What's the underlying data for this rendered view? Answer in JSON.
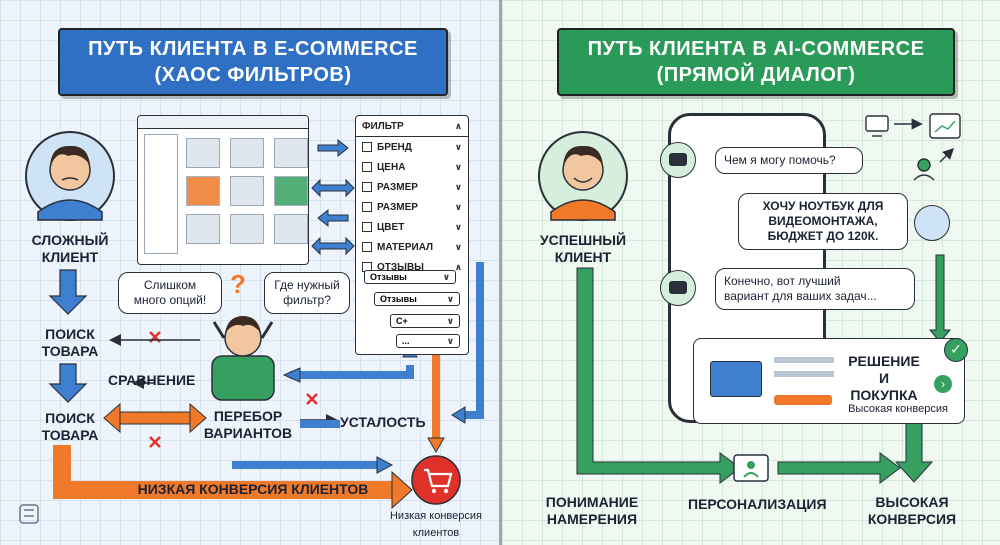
{
  "colors": {
    "accent_blue": "#2f6fc4",
    "accent_green": "#2a9a59",
    "accent_orange": "#f07a2a",
    "alert_red": "#e0302a"
  },
  "left": {
    "title_line1": "ПУТЬ КЛИЕНТА В E-COMMERCE",
    "title_line2": "(ХАОС ФИЛЬТРОВ)",
    "avatar_label_line1": "СЛОЖНЫЙ",
    "avatar_label_line2": "КЛИЕНТ",
    "search1_line1": "ПОИСК",
    "search1_line2": "ТОВАРА",
    "compare": "СРАВНЕНИЕ",
    "search2_line1": "ПОИСК",
    "search2_line2": "ТОВАРА",
    "bubble1_line1": "Слишком",
    "bubble1_line2": "много опций!",
    "bubble2_line1": "Где нужный",
    "bubble2_line2": "фильтр?",
    "question_mark": "?",
    "enum_line1": "ПЕРЕБОР",
    "enum_line2": "ВАРИАНТОВ",
    "fatigue": "УСТАЛОСТЬ",
    "low_conv_bar": "НИЗКАЯ КОНВЕРСИЯ КЛИЕНТОВ",
    "cart_caption_line1": "Низкая конверсия",
    "cart_caption_line2": "клиентов",
    "filter": {
      "header": "ФИЛЬТР",
      "items": [
        "БРЕНД",
        "ЦЕНА",
        "РАЗМЕР",
        "РАЗМЕР",
        "ЦВЕТ",
        "МАТЕРИАЛ",
        "ОТЗЫВЫ"
      ],
      "dropdowns": [
        "Отзывы",
        "Отзывы",
        "С+",
        "..."
      ]
    }
  },
  "right": {
    "title_line1": "ПУТЬ КЛИЕНТА В AI-COMMERCE",
    "title_line2": "(ПРЯМОЙ ДИАЛОГ)",
    "avatar_label_line1": "УСПЕШНЫЙ",
    "avatar_label_line2": "КЛИЕНТ",
    "chat": {
      "bot_msg1": "Чем я могу помочь?",
      "user_msg_line1": "ХОЧУ НОУТБУК ДЛЯ",
      "user_msg_line2": "ВИДЕОМОНТАЖА,",
      "user_msg_line3": "БЮДЖЕТ ДО 120К.",
      "bot_msg2_line1": "Конечно, вот лучший",
      "bot_msg2_line2": "вариант для ваших задач..."
    },
    "card_title_line1": "РЕШЕНИЕ",
    "card_title_line2": "И ПОКУПКА",
    "card_subtitle": "Высокая конверсия",
    "step1_line1": "ПОНИМАНИЕ",
    "step1_line2": "НАМЕРЕНИЯ",
    "step2": "ПЕРСОНАЛИЗАЦИЯ",
    "step3_line1": "ВЫСОКАЯ",
    "step3_line2": "КОНВЕРСИЯ"
  }
}
